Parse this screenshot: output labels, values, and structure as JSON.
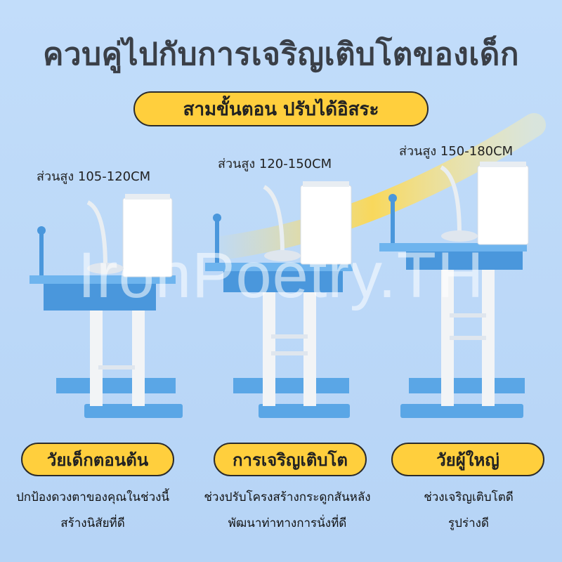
{
  "title": "ควบคู่ไปกับการเจริญเติบโตของเด็ก",
  "subtitle": "สามขั้นตอน ปรับได้อิสระ",
  "watermark": "IronPoetry.TH",
  "colors": {
    "accent": "#ffcf3d",
    "desk_blue": "#5aa6e6",
    "background": "#bcd9f8"
  },
  "stages": [
    {
      "height_label": "ส่วนสูง 105-120CM",
      "name": "วัยเด็กตอนต้น",
      "desc_line1": "ปกป้องดวงตาของคุณในช่วงนี้",
      "desc_line2": "สร้างนิสัยที่ดี"
    },
    {
      "height_label": "ส่วนสูง 120-150CM",
      "name": "การเจริญเติบโต",
      "desc_line1": "ช่วงปรับโครงสร้างกระดูกสันหลัง",
      "desc_line2": "พัฒนาท่าทางการนั่งที่ดี"
    },
    {
      "height_label": "ส่วนสูง 150-180CM",
      "name": "วัยผู้ใหญ่",
      "desc_line1": "ช่วงเจริญเติบโตดี",
      "desc_line2": "รูปร่างดี"
    }
  ]
}
